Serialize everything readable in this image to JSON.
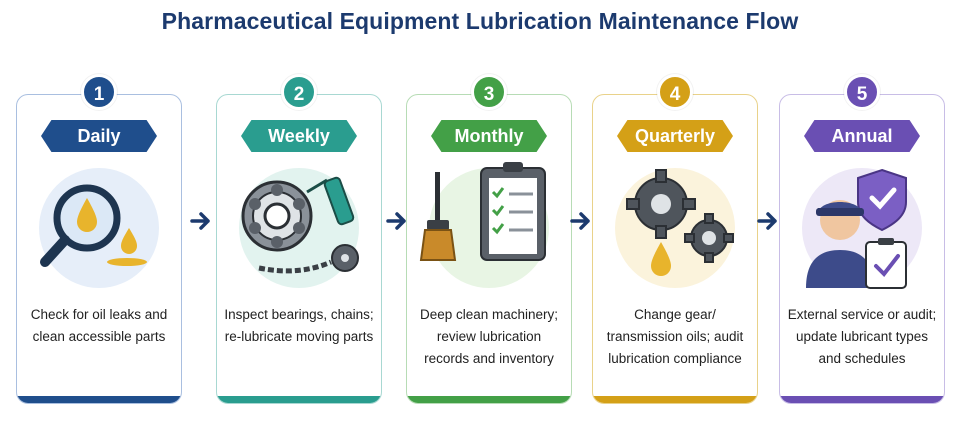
{
  "title": "Pharmaceutical Equipment Lubrication Maintenance Flow",
  "steps": [
    {
      "number": "1",
      "label": "Daily",
      "text": "Check for oil leaks and clean accessible parts",
      "color": "#1f4e8c"
    },
    {
      "number": "2",
      "label": "Weekly",
      "text": "Inspect bearings, chains; re-lubricate moving parts",
      "color": "#2a9d8f"
    },
    {
      "number": "3",
      "label": "Monthly",
      "text": "Deep clean machinery; review lubrication records and inventory",
      "color": "#43a047"
    },
    {
      "number": "4",
      "label": "Quarterly",
      "text": "Change gear/ transmission oils; audit lubrication compliance",
      "color": "#d4a017"
    },
    {
      "number": "5",
      "label": "Annual",
      "text": "External service or audit; update lubricant types and schedules",
      "color": "#6a4fb3"
    }
  ],
  "icons": [
    "magnifier-oil-drops-icon",
    "bearing-oilcan-chain-icon",
    "brush-checklist-icon",
    "gears-oil-drop-icon",
    "technician-shield-clipboard-icon"
  ],
  "colors": {
    "title": "#1c3a6e",
    "arrow": "#1c3a6e"
  }
}
